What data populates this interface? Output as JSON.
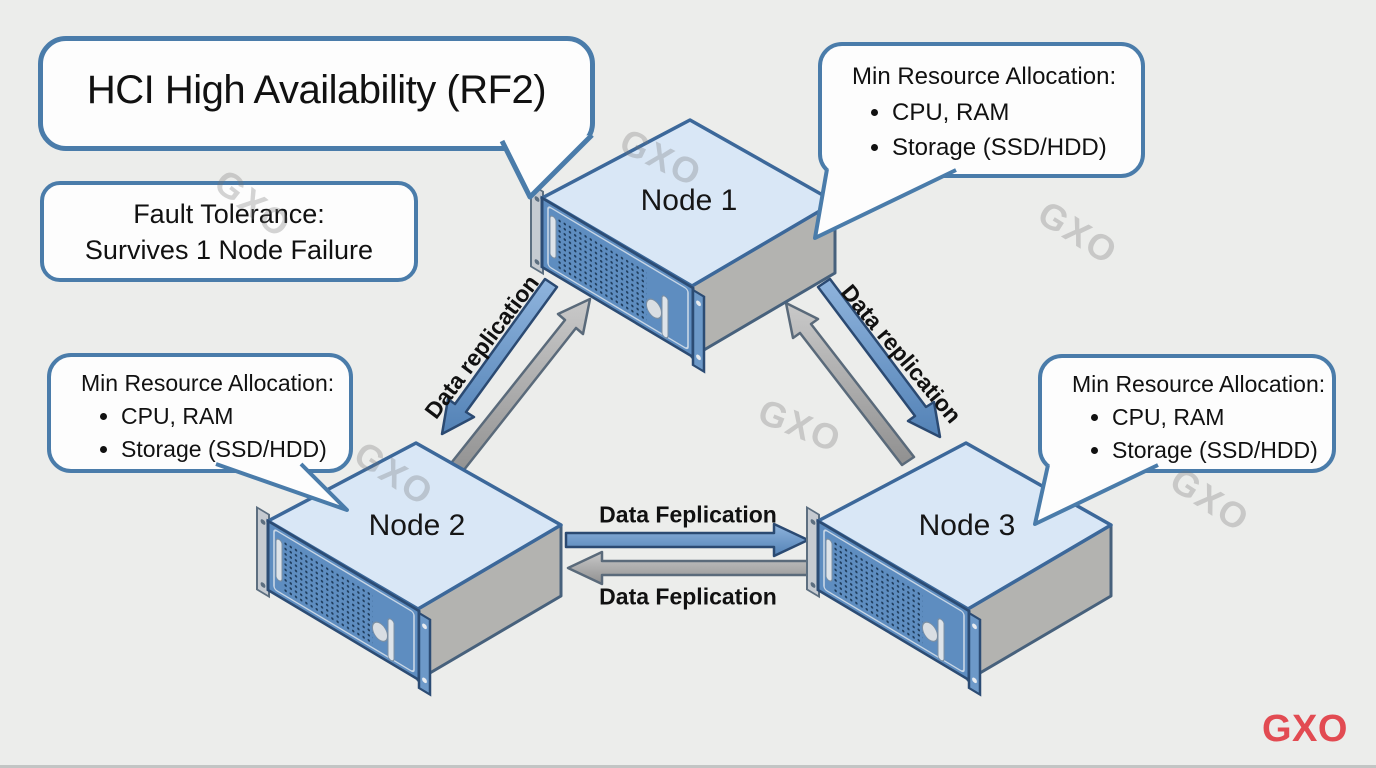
{
  "title": {
    "text": "HCI High Availability (RF2)"
  },
  "fault_tolerance": {
    "line1": "Fault Tolerance:",
    "line2": "Survives 1 Node Failure"
  },
  "resource_callouts": [
    {
      "target": "Node 1",
      "heading": "Min Resource Allocation:",
      "bullets": [
        "CPU, RAM",
        "Storage (SSD/HDD)"
      ]
    },
    {
      "target": "Node 2",
      "heading": "Min Resource Allocation:",
      "bullets": [
        "CPU, RAM",
        "Storage (SSD/HDD)"
      ]
    },
    {
      "target": "Node 3",
      "heading": "Min Resource Allocation:",
      "bullets": [
        "CPU, RAM",
        "Storage (SSD/HDD)"
      ]
    }
  ],
  "nodes": [
    {
      "label": "Node 1"
    },
    {
      "label": "Node 2"
    },
    {
      "label": "Node 3"
    }
  ],
  "replication_links": [
    {
      "from": "Node 1",
      "to": "Node 2",
      "label": "Data replication"
    },
    {
      "from": "Node 1",
      "to": "Node 3",
      "label": "Data replication"
    },
    {
      "from": "Node 2",
      "to": "Node 3",
      "label": "Data Feplication"
    },
    {
      "from": "Node 3",
      "to": "Node 2",
      "label": "Data Feplication"
    }
  ],
  "watermark": "GXO",
  "brand_logo": {
    "text": "GXO",
    "color": "#e24b52"
  },
  "colors": {
    "background": "#ecedeb",
    "bubble_border": "#4a7caa",
    "arrow_blue": "#6b9bd2",
    "arrow_gray": "#a9a9a9",
    "node_top": "#d9e7f6",
    "node_front": "#5e8dc0",
    "node_side": "#b3b3b0"
  }
}
